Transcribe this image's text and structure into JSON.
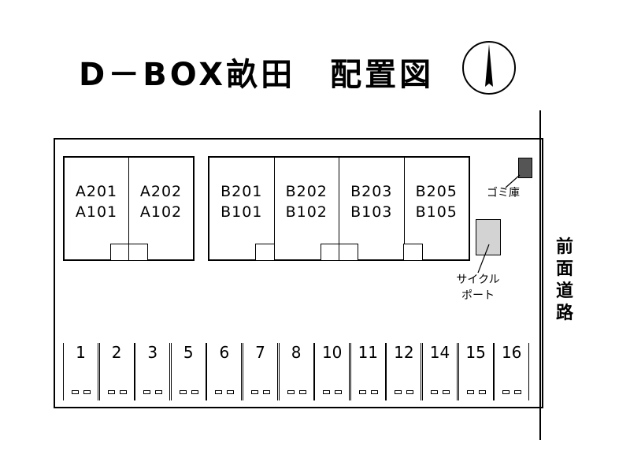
{
  "title": "D－BOX畝田　配置図",
  "road_label": "前面道路",
  "building_a": {
    "units": [
      {
        "upper": "A201",
        "lower": "A101"
      },
      {
        "upper": "A202",
        "lower": "A102"
      }
    ]
  },
  "building_b": {
    "units": [
      {
        "upper": "B201",
        "lower": "B101"
      },
      {
        "upper": "B202",
        "lower": "B102"
      },
      {
        "upper": "B203",
        "lower": "B103"
      },
      {
        "upper": "B205",
        "lower": "B105"
      }
    ]
  },
  "garbage_label": "ゴミ庫",
  "cycle_port_label": [
    "サイクル",
    "ポート"
  ],
  "parking_spaces": [
    "1",
    "2",
    "3",
    "5",
    "6",
    "7",
    "8",
    "10",
    "11",
    "12",
    "14",
    "15",
    "16"
  ],
  "colors": {
    "line": "#000000",
    "garbage": "#555555",
    "cycle_port": "#d3d3d3"
  },
  "icons": {
    "north": "north-arrow-icon"
  }
}
